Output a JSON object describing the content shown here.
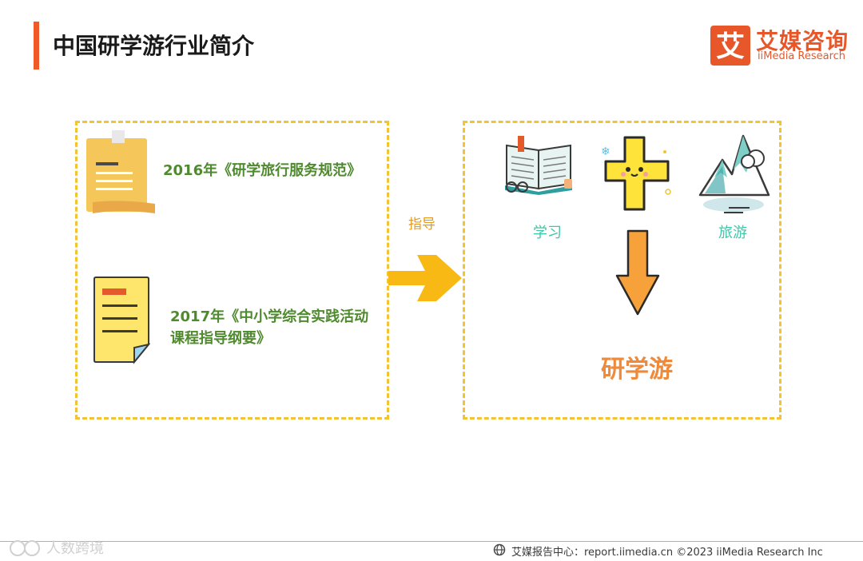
{
  "header": {
    "title": "中国研学游行业简介",
    "logo_icon_text": "艾",
    "logo_cn": "艾媒咨询",
    "logo_en": "iiMedia Research"
  },
  "left_panel": {
    "docs": [
      {
        "label": "2016年《研学旅行服务规范》",
        "icon": "scroll-document-icon"
      },
      {
        "label": "2017年《中小学综合实践活动课程指导纲要》",
        "icon": "note-document-icon"
      }
    ]
  },
  "connector": {
    "label": "指导",
    "icon": "arrow-right-icon"
  },
  "right_panel": {
    "concepts": [
      {
        "label": "学习",
        "icon": "open-book-icon"
      },
      {
        "label": "旅游",
        "icon": "mountain-icon"
      }
    ],
    "plus_icon": "plus-icon",
    "down_arrow_icon": "arrow-down-icon",
    "result": "研学游"
  },
  "footer": {
    "text": "艾媒报告中心：report.iimedia.cn  ©2023  iiMedia Research  Inc",
    "watermark": "人数跨境"
  },
  "colors": {
    "accent": "#f05a28",
    "frame": "#f3c432",
    "doc_text": "#4f8a2e",
    "concept_text": "#3cc7a8",
    "result_text": "#ef8a3a"
  }
}
